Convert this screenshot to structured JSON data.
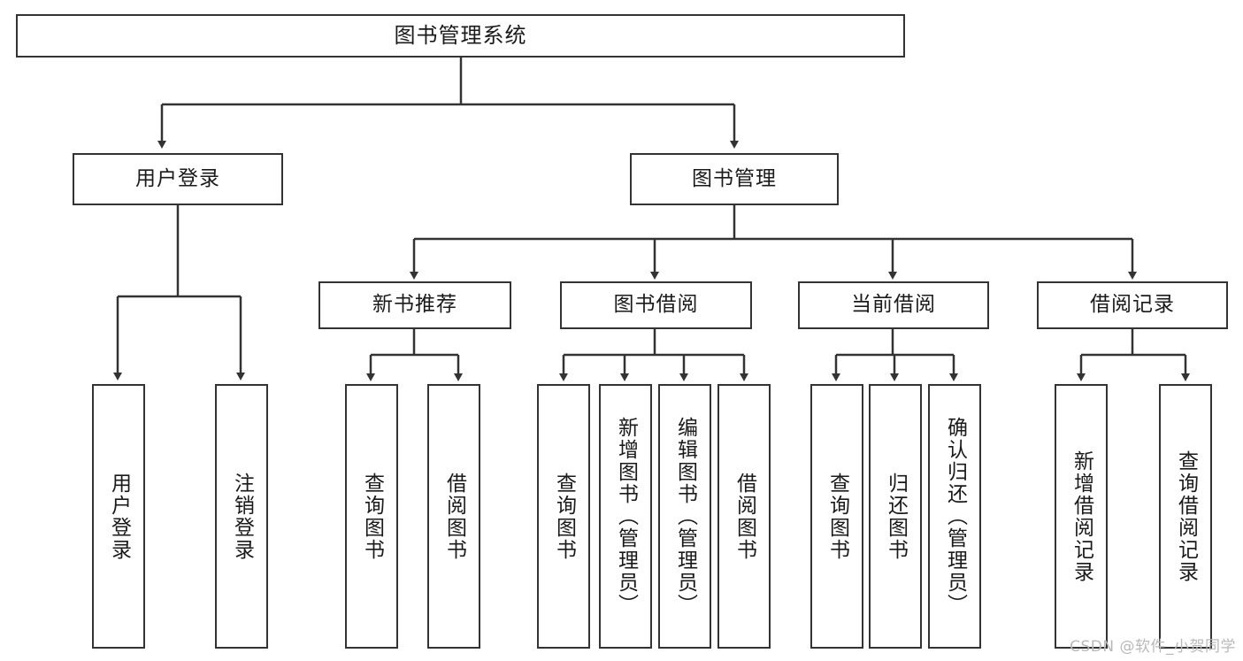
{
  "diagram": {
    "type": "tree-hierarchy",
    "title": "图书管理系统",
    "watermark": "CSDN @软件_小贺同学",
    "colors": {
      "stroke": "#333333",
      "fill": "#ffffff",
      "text": "#1a1a1a",
      "watermark": "#b9b9b9"
    },
    "nodes": {
      "root": {
        "label": "图书管理系统"
      },
      "level2": [
        {
          "id": "user-login",
          "label": "用户登录"
        },
        {
          "id": "book-management",
          "label": "图书管理"
        }
      ],
      "level3": [
        {
          "id": "new-book-recommend",
          "label": "新书推荐"
        },
        {
          "id": "book-borrow",
          "label": "图书借阅"
        },
        {
          "id": "current-borrow",
          "label": "当前借阅"
        },
        {
          "id": "borrow-record",
          "label": "借阅记录"
        }
      ],
      "leaves": {
        "user_login": [
          {
            "id": "leaf-user-login",
            "label": "用户登录"
          },
          {
            "id": "leaf-logout",
            "label": "注销登录"
          }
        ],
        "new_book_recommend": [
          {
            "id": "leaf-query-book-1",
            "label": "查询图书"
          },
          {
            "id": "leaf-borrow-book-1",
            "label": "借阅图书"
          }
        ],
        "book_borrow": [
          {
            "id": "leaf-query-book-2",
            "label": "查询图书"
          },
          {
            "id": "leaf-add-book",
            "label": "新增图书（管理员）"
          },
          {
            "id": "leaf-edit-book",
            "label": "编辑图书（管理员）"
          },
          {
            "id": "leaf-borrow-book-2",
            "label": "借阅图书"
          }
        ],
        "current_borrow": [
          {
            "id": "leaf-query-book-3",
            "label": "查询图书"
          },
          {
            "id": "leaf-return-book",
            "label": "归还图书"
          },
          {
            "id": "leaf-confirm-return",
            "label": "确认归还（管理员）"
          }
        ],
        "borrow_record": [
          {
            "id": "leaf-add-record",
            "label": "新增借阅记录"
          },
          {
            "id": "leaf-query-record",
            "label": "查询借阅记录"
          }
        ]
      }
    }
  }
}
